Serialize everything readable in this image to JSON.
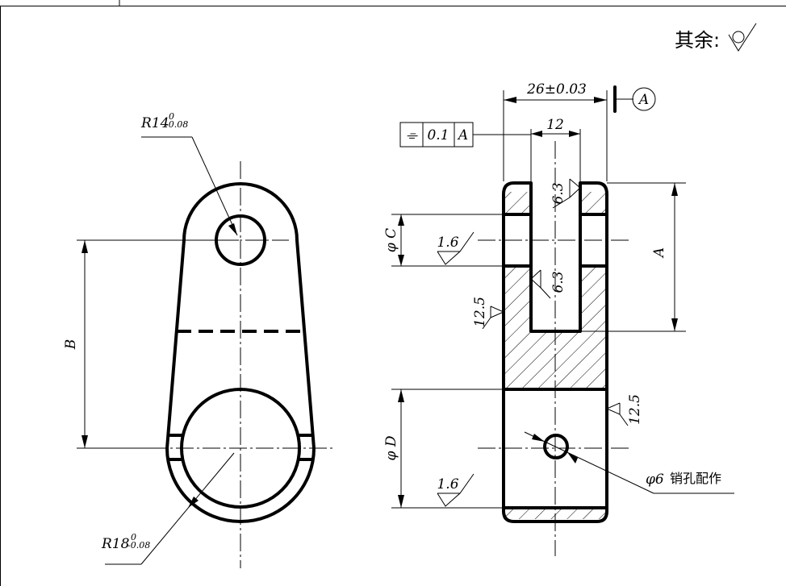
{
  "drawing": {
    "note_label": "其余:",
    "front_view": {
      "top_radius": {
        "base": "R14",
        "upper": "0",
        "lower": "-0.08"
      },
      "bottom_radius": {
        "base": "R18",
        "upper": "0",
        "lower": "-0.08"
      },
      "center_distance": "B"
    },
    "section_view": {
      "width": "26±0.03",
      "slot_width": "12",
      "datum": "A",
      "tolerance_frame": {
        "symbol": "⌯",
        "value": "0.1",
        "datum": "A"
      },
      "slot_depth": "A",
      "dia_c": "φ C",
      "dia_d": "φ D",
      "roughness": {
        "slot_top": "6.3",
        "slot_inner": "6.3",
        "bore_top": "1.6",
        "bore_bottom": "1.6",
        "left_face": "12.5",
        "right_face": "12.5"
      },
      "pin_hole_dia": "φ6",
      "pin_hole_note": "销孔配作"
    }
  }
}
